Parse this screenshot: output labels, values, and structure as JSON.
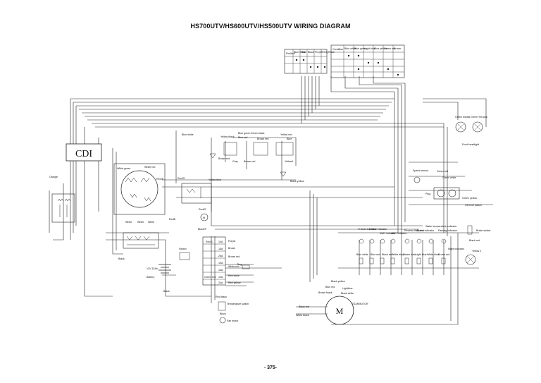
{
  "title": "HS700UTV/HS600UTV/HS500UTV WIRING DIAGRAM",
  "page_number": "- 375-",
  "labels": {
    "cdi": "CDI",
    "orange": "Orange",
    "white_green": "White green",
    "white_red": "White red",
    "red_b": "Red/B",
    "red_g": "Red/G",
    "blue_white": "Blue white",
    "yellow_black": "Yellow black",
    "blue_green": "Blue green",
    "blue_red": "Blue red",
    "green_black": "Green black",
    "brown_red": "Brown red",
    "yellow_red": "Yellow red",
    "blue": "Blue",
    "gray": "Gray",
    "yellow_l": "Yellow/l",
    "yellow_blue": "Yellow blue",
    "black_yellow": "Black yellow",
    "motor_m": "M",
    "black_f": "Black/F",
    "white": "White",
    "red_b2": "RedB",
    "switch": "Switch",
    "red_3": "Red 3",
    "purple": "Purple",
    "brown": "Brown",
    "brown_red2": "Brown red",
    "white_red2": "White red",
    "plug": "Plug",
    "red_white": "Red white",
    "red_yellow": "Red yellow",
    "green_red": "Green red",
    "battery_v": "12V 32Ah",
    "battery": "Battery",
    "black": "Black",
    "red_black": "Red black",
    "temp_switch": "Temperature switch",
    "fan_motor": "Fan motor",
    "black_red": "Black red",
    "white_black": "White black",
    "black_yellow2": "Black yellow",
    "blue_red2": "Blue red",
    "light_blue": "Lightblue",
    "black_white": "Black white",
    "brown_black": "Brown black",
    "starmotor": "STARMOTOR",
    "speed_sensor": "Speed sensor",
    "green_red2": "Green red",
    "green_white": "Green white",
    "plug2": "Plug",
    "green_yellow": "Green yellow",
    "oil_switch": "Oil level switch",
    "green_b_light": "Green b/wasl",
    "green_y_light": "Green Yel wasl",
    "front_headlight": "Front headlight",
    "fuse_10a": "10A",
    "fuse_15a": "15A",
    "fuse_25a": "25A",
    "fuse_10a2": "10A",
    "fuse_15a2": "15A",
    "fuse_10a3": "10A",
    "fuse_20a": "20A",
    "fuse_10a4": "10A",
    "fuse_15a3": "15A",
    "indicators": [
      "H Gear indicator",
      "L Gear indicator",
      "4WD indicator",
      "4WD indicator",
      "Reverse indicator",
      "Neutral indicator",
      "Water temperature indicator",
      "Parking indicator"
    ],
    "indicator_wires": [
      "Blue white",
      "Blue red",
      "Black red",
      "White black",
      "Green black",
      "Light blue",
      "White blue",
      "Brown red",
      "Night indicator"
    ],
    "brake_switch": "Brake switch",
    "yellow_2": "Yellow 2",
    "black_red3": "Black red",
    "table1_header": [
      "Position",
      "Blue black",
      "Blue",
      "Black",
      "Purple",
      "Red yellow"
    ],
    "table2_header": [
      "Condition",
      "Blue white",
      "Blue green",
      "Light blue",
      "Blue yellow",
      "Green red",
      "Brown",
      "Black"
    ]
  }
}
